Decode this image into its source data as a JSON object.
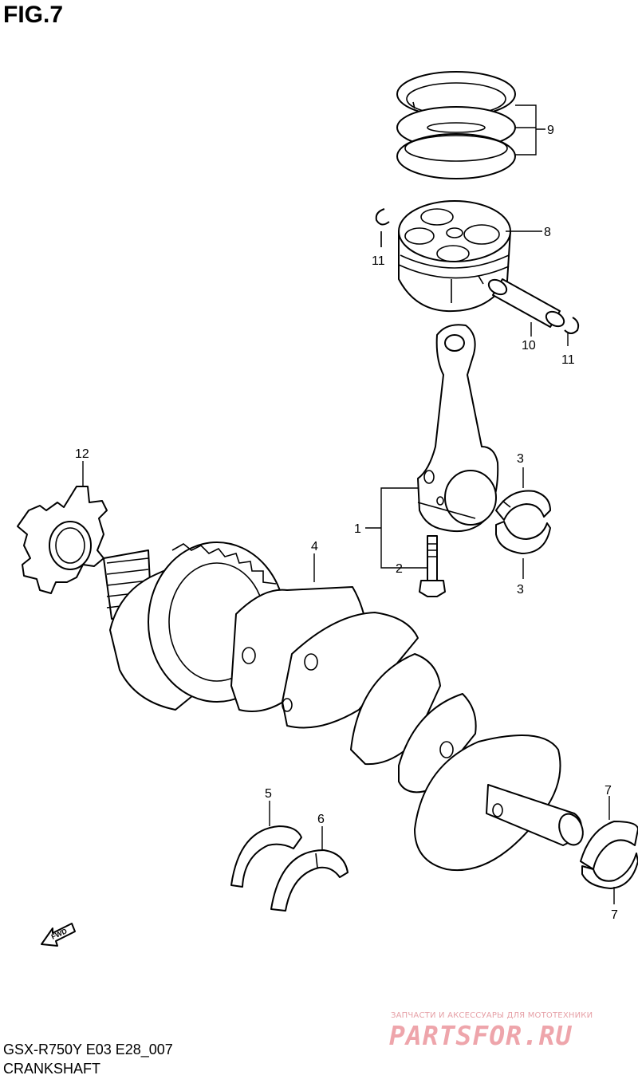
{
  "figure_title": "FIG.7",
  "model_code": "GSX-R750Y E03 E28_007",
  "section_name": "CRANKSHAFT",
  "fwd_marker": "FWD",
  "watermark": {
    "subtitle": "ЗАПЧАСТИ И АКСЕССУАРЫ ДЛЯ МОТОТЕХНИКИ",
    "brand": "PARTSFOR.RU"
  },
  "callouts": {
    "c1": "1",
    "c2": "2",
    "c3a": "3",
    "c3b": "3",
    "c4": "4",
    "c5": "5",
    "c6": "6",
    "c7a": "7",
    "c7b": "7",
    "c8": "8",
    "c9": "9",
    "c10": "10",
    "c11a": "11",
    "c11b": "11",
    "c12": "12"
  }
}
